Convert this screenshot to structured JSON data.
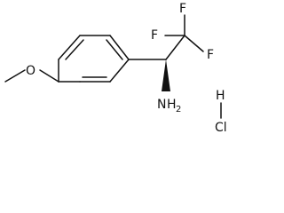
{
  "molecule": {
    "atoms": {
      "f1": "F",
      "f2": "F",
      "f3": "F",
      "oxygen": "O",
      "amine_n": "N",
      "amine_h": "H",
      "amine_sub": "2",
      "hcl_h": "H",
      "hcl_cl": "Cl"
    }
  }
}
